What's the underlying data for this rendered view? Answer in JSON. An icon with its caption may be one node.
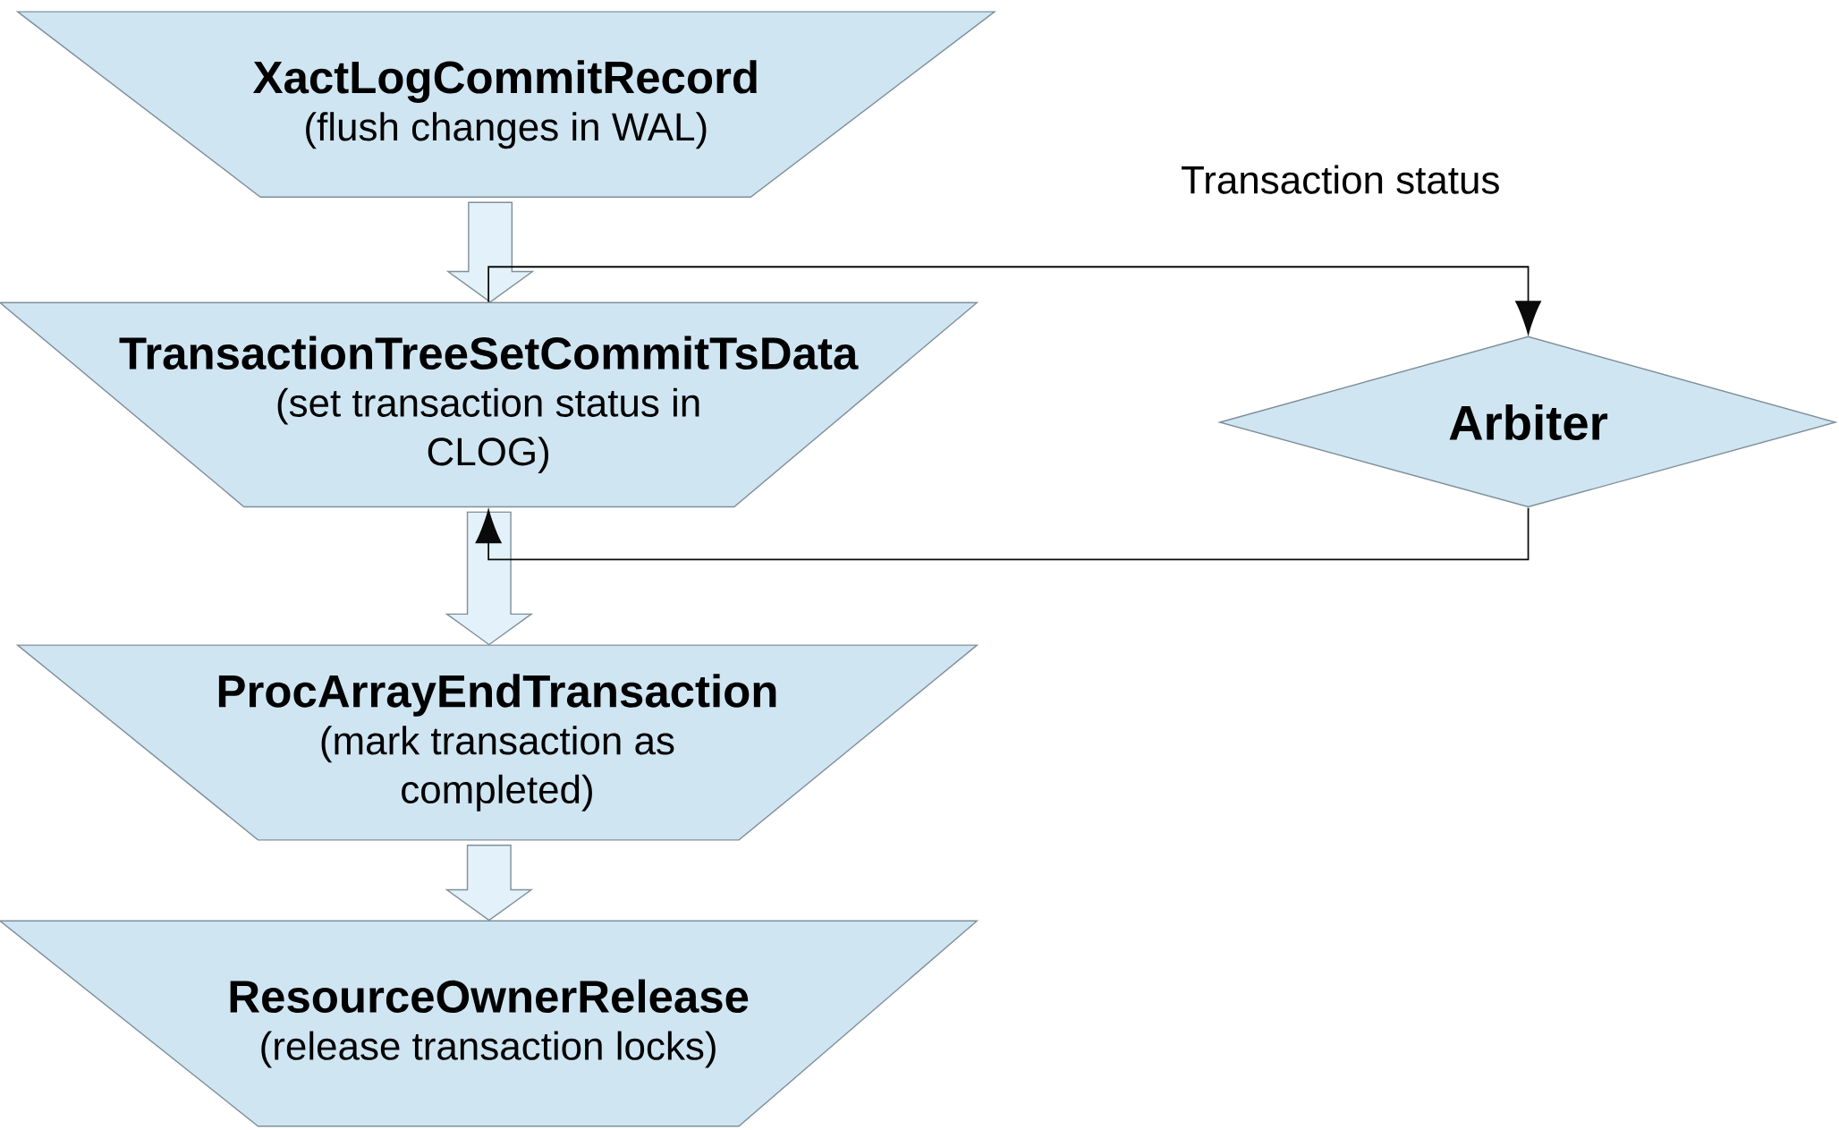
{
  "diagram": {
    "nodes": [
      {
        "text": [
          "XactLogCommitRecord",
          "(flush changes in WAL)"
        ]
      },
      {
        "text": [
          "TransactionTreeSetCommitTsData",
          "(set transaction status in CLOG)"
        ]
      },
      {
        "text": [
          "ProcArrayEndTransaction",
          "(mark transaction as completed)"
        ]
      },
      {
        "text": [
          "ResourceOwnerRelease",
          "(release transaction locks)"
        ]
      },
      {
        "text": [
          "Arbiter"
        ]
      }
    ],
    "edges": [
      {
        "from": 0,
        "to": 1,
        "arrow": "to",
        "style": "thick"
      },
      {
        "from": 1,
        "to": 2,
        "arrow": "to",
        "style": "thick"
      },
      {
        "from": 2,
        "to": 3,
        "arrow": "to",
        "style": "thick"
      },
      {
        "from": 1,
        "to": 4,
        "arrow": "to"
      },
      {
        "from": 4,
        "to": 1,
        "arrow": "to"
      }
    ],
    "labels": [
      "Transaction status"
    ]
  }
}
